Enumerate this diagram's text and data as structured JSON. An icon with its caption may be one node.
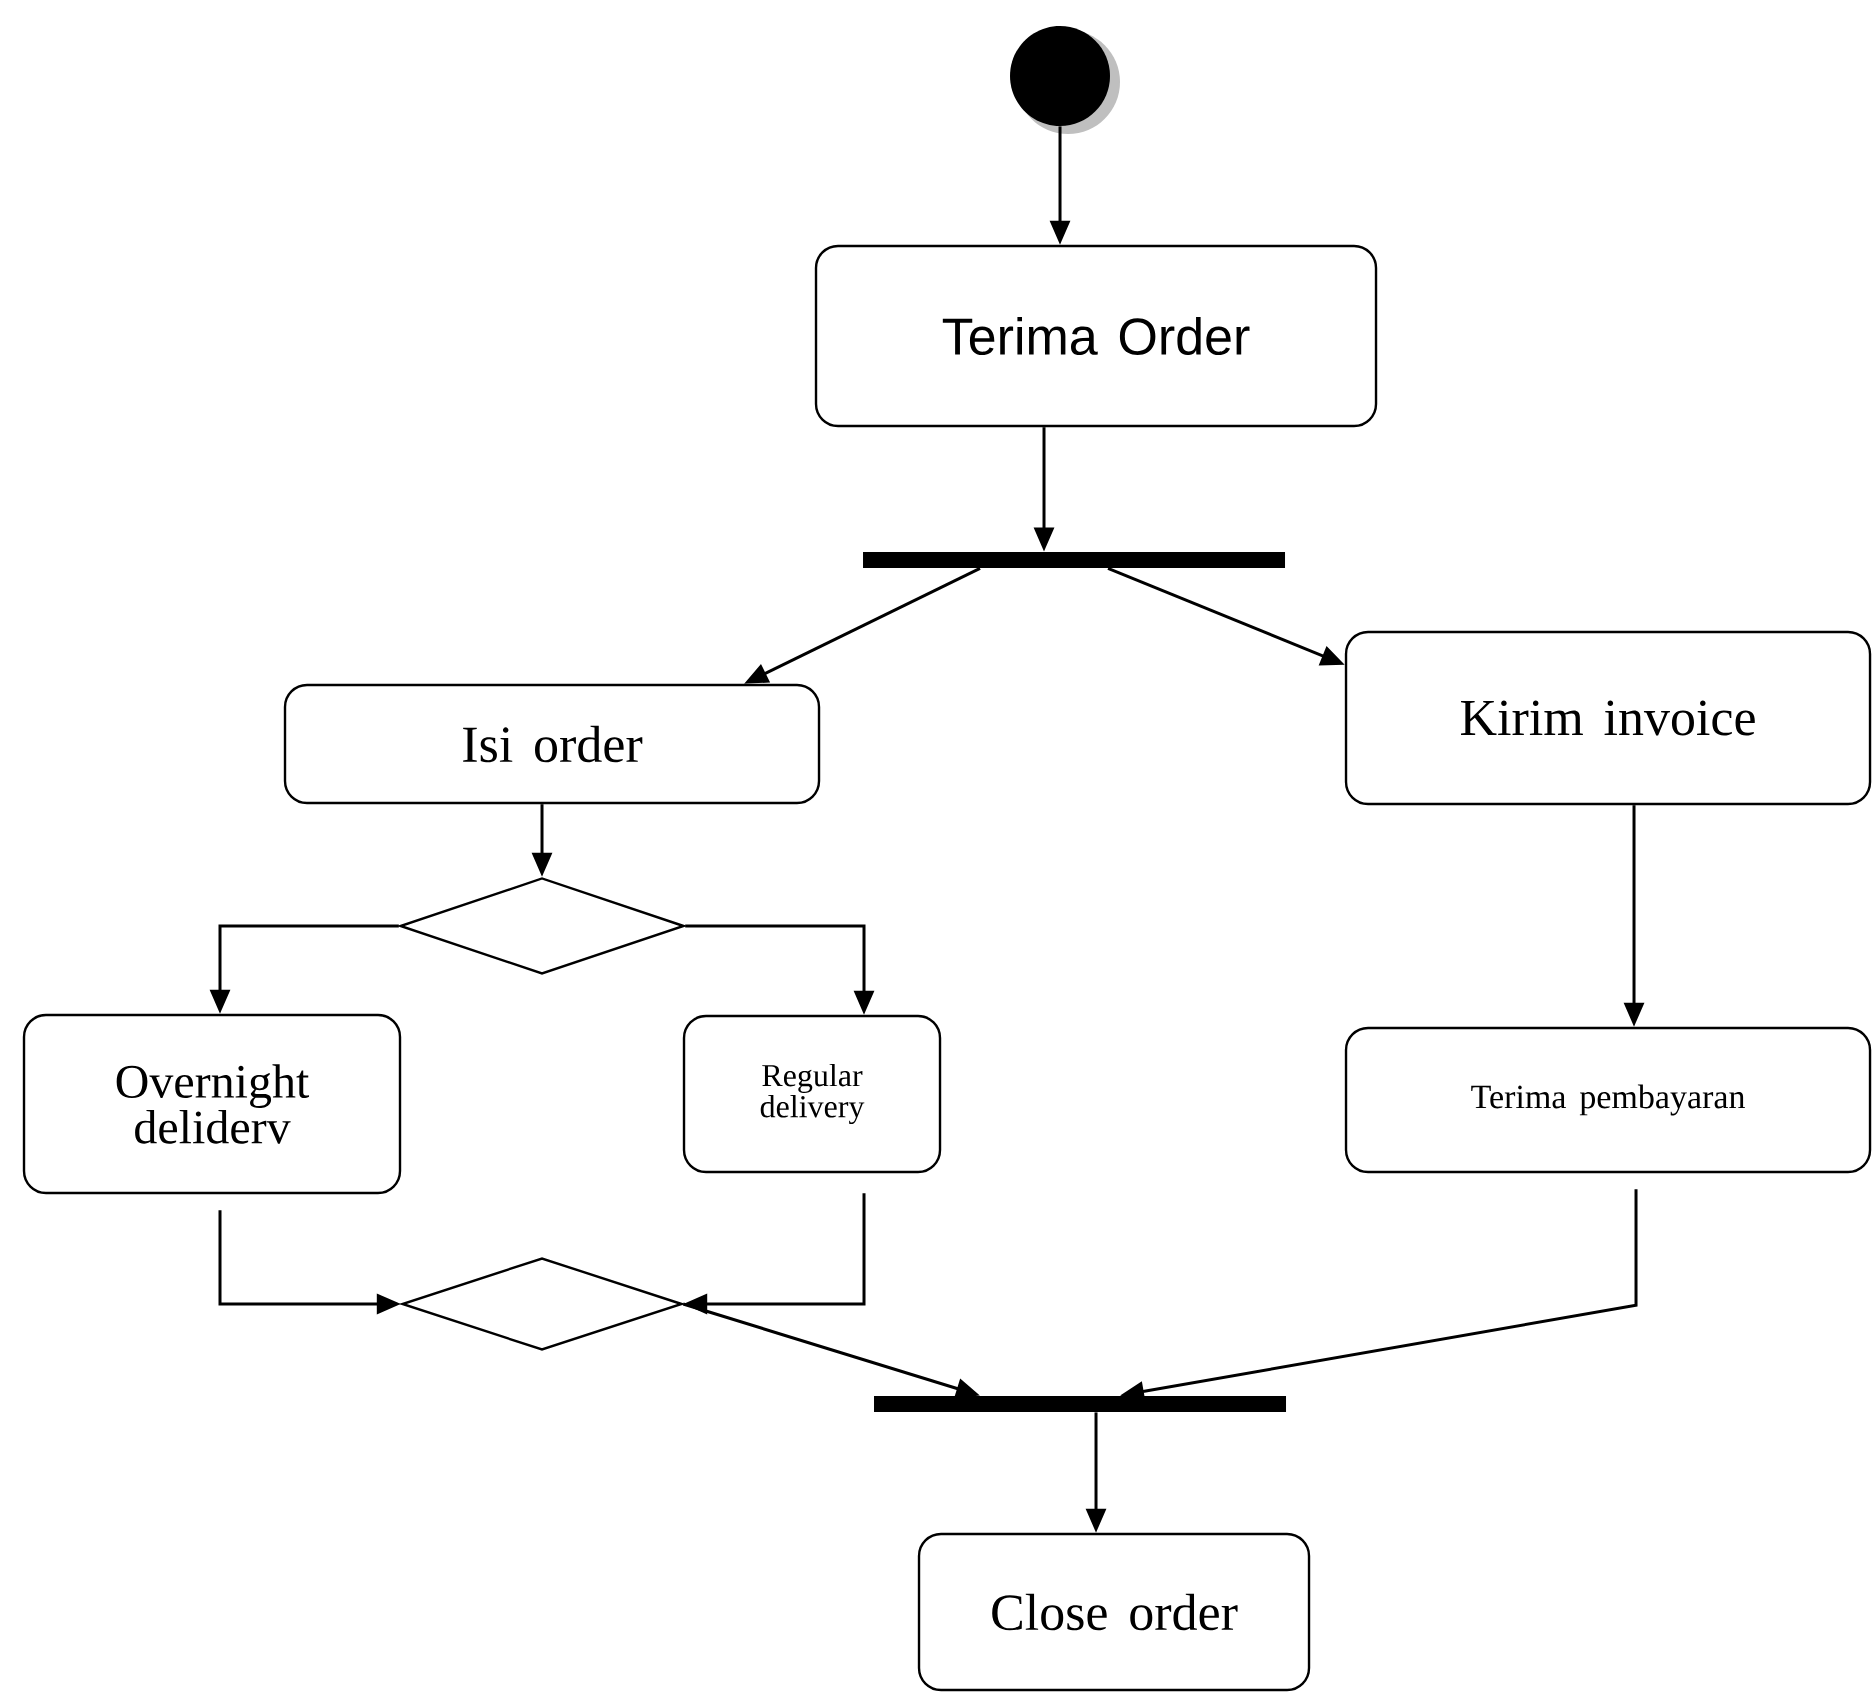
{
  "diagram": {
    "nodes": [
      {
        "text": [],
        "shape": "circle"
      },
      {
        "text": [
          "Terima Order"
        ]
      },
      {
        "text": [],
        "shape": "bar"
      },
      {
        "text": [
          "Isi order"
        ]
      },
      {
        "text": [
          "Kirim invoice"
        ]
      },
      {
        "text": [],
        "shape": "diamond"
      },
      {
        "text": [
          "Overnight deliderv"
        ]
      },
      {
        "text": [
          "Regular delivery"
        ]
      },
      {
        "text": [
          "Terima pembayaran"
        ]
      },
      {
        "text": [],
        "shape": "diamond"
      },
      {
        "text": [],
        "shape": "bar"
      },
      {
        "text": [
          "Close order"
        ]
      }
    ],
    "edges": [
      {
        "from": 0,
        "to": 1,
        "arrow": "to"
      },
      {
        "from": 1,
        "to": 2,
        "arrow": "to"
      },
      {
        "from": 2,
        "to": 3,
        "arrow": "to"
      },
      {
        "from": 2,
        "to": 4,
        "arrow": "to"
      },
      {
        "from": 3,
        "to": 5,
        "arrow": "to"
      },
      {
        "from": 5,
        "to": 6,
        "arrow": "to"
      },
      {
        "from": 5,
        "to": 7,
        "arrow": "to"
      },
      {
        "from": 4,
        "to": 8,
        "arrow": "to"
      },
      {
        "from": 6,
        "to": 9,
        "arrow": "to"
      },
      {
        "from": 7,
        "to": 9,
        "arrow": "to"
      },
      {
        "from": 9,
        "to": 10,
        "arrow": "to"
      },
      {
        "from": 8,
        "to": 10,
        "arrow": "to"
      },
      {
        "from": 10,
        "to": 11,
        "arrow": "to"
      }
    ]
  }
}
